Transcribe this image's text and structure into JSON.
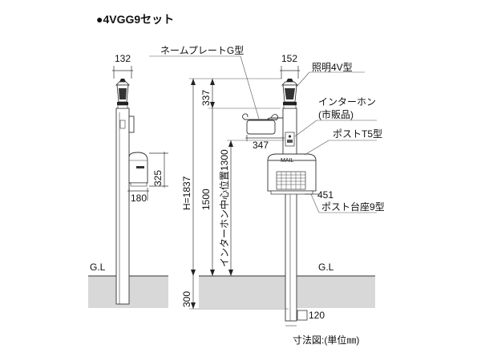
{
  "title": "●4VGG9セット",
  "labels": {
    "nameplate": "ネームプレートG型",
    "light": "照明4V型",
    "interphone_line1": "インターホン",
    "interphone_line2": "(市販品)",
    "post": "ポストT5型",
    "post_base": "ポスト台座9型",
    "mail": "MAIL",
    "gl_left": "G.L",
    "gl_right": "G.L",
    "center_height": "インターホン中心位置1300",
    "total_height": "H=1837",
    "unit_note": "寸法図:(単位㎜)"
  },
  "dimensions": {
    "pole_width_side": "132",
    "pole_width_front": "152",
    "top_offset": "337",
    "nameplate_width": "347",
    "post_height": "325",
    "post_depth": "180",
    "post_base_width": "451",
    "height_1500": "1500",
    "embed_depth": "300",
    "footprint": "120"
  }
}
